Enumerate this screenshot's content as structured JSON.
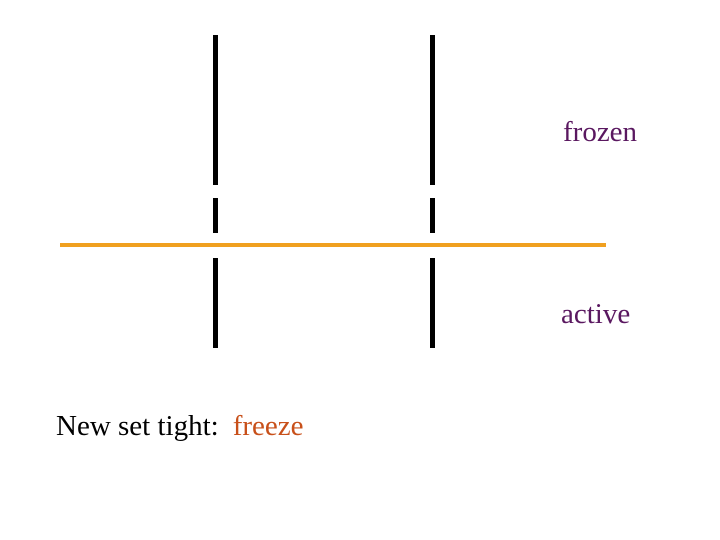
{
  "labels": {
    "frozen": "frozen",
    "active": "active"
  },
  "caption": {
    "prefix": "New set tight:",
    "value": "freeze"
  },
  "colors": {
    "bars": "#000000",
    "divider": "#f0a020",
    "region_labels": "#5a1860",
    "caption_text": "#000000",
    "caption_value": "#c8501a"
  }
}
